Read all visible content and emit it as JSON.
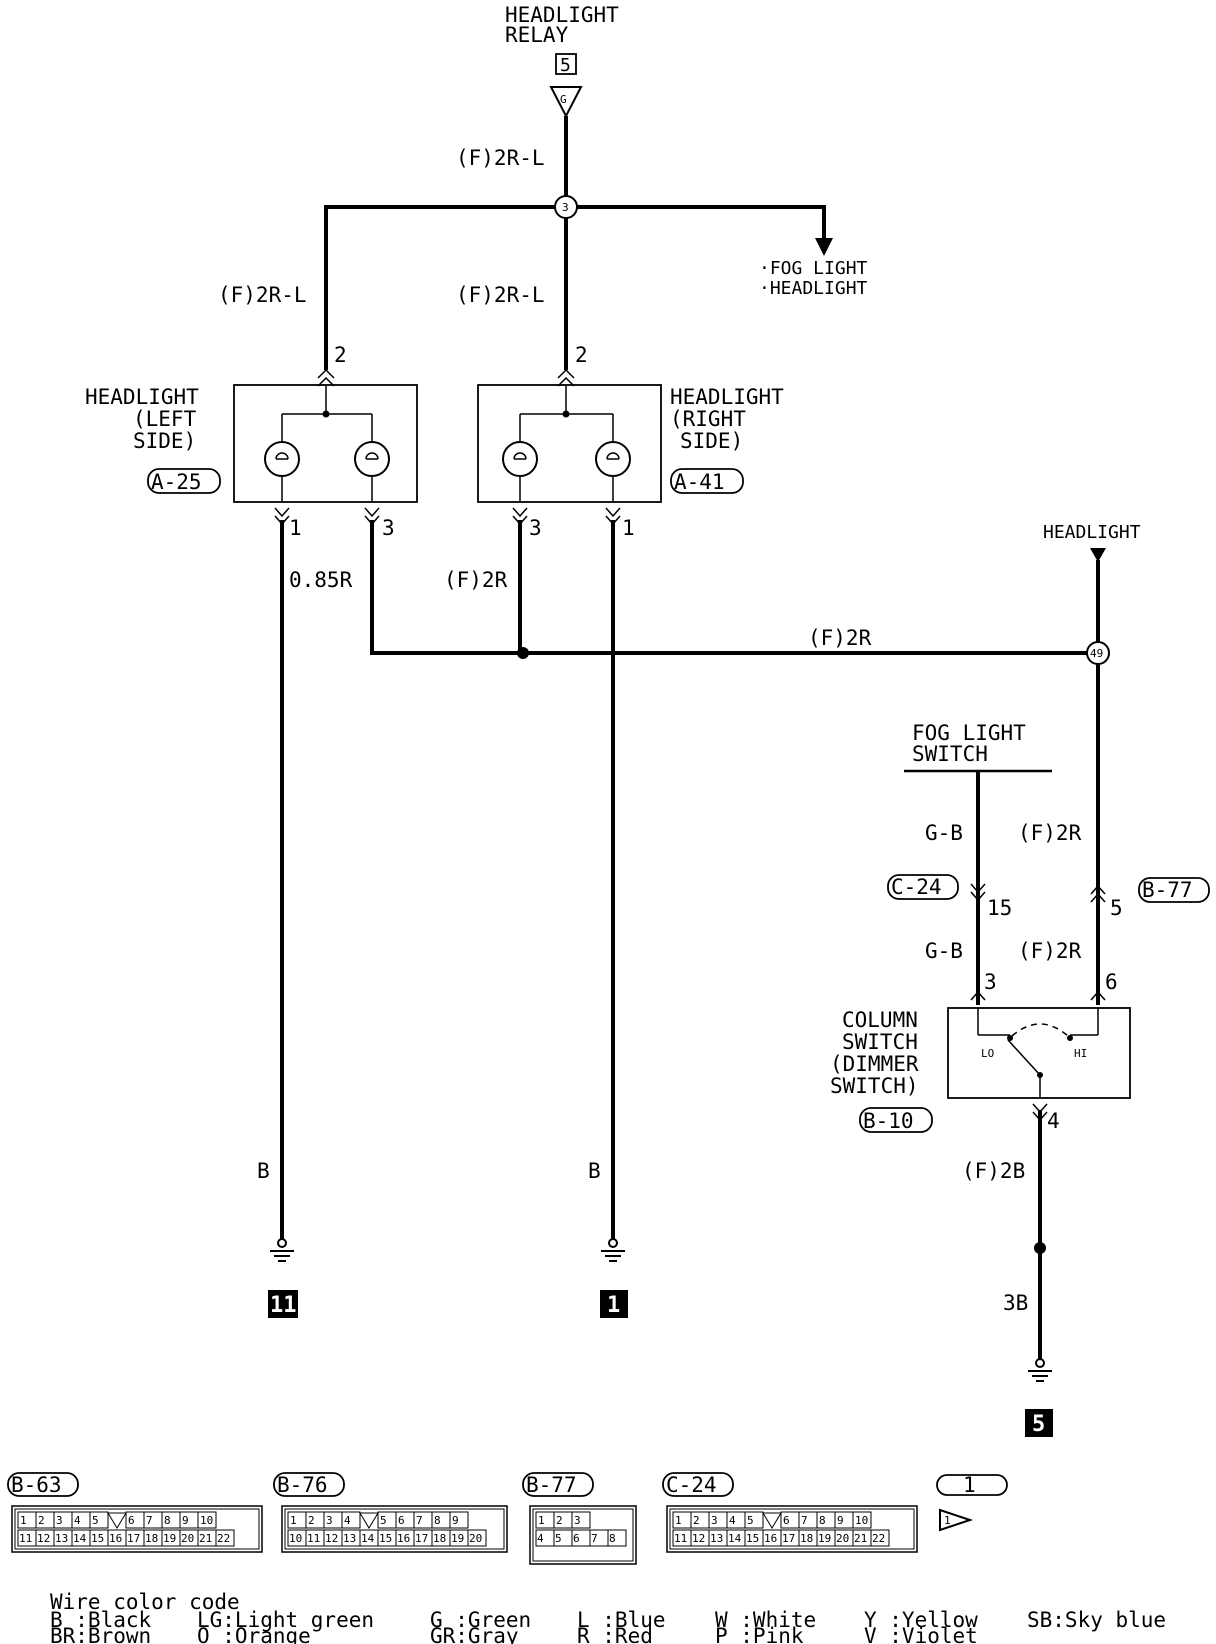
{
  "relay": {
    "title_line1": "HEADLIGHT",
    "title_line2": "RELAY",
    "num": "5",
    "tri": "G"
  },
  "wires": {
    "top": "(F)2R-L",
    "left_branch": "(F)2R-L",
    "center_branch": "(F)2R-L",
    "left_lower": "0.85R",
    "right_lower": "(F)2R",
    "bus": "(F)2R",
    "ground_left": "B",
    "ground_center": "B",
    "fog_gb_upper": "G-B",
    "fog_gb_lower": "G-B",
    "col_2r_upper": "(F)2R",
    "col_2r_lower": "(F)2R",
    "col_out": "(F)2B",
    "col_ground": "3B"
  },
  "junctions": {
    "top": "3",
    "right": "49"
  },
  "to_label": {
    "line1": "·FOG LIGHT",
    "line2": "·HEADLIGHT"
  },
  "to_headlight": "HEADLIGHT",
  "headlight_left": {
    "line1": "HEADLIGHT",
    "line2": "(LEFT",
    "line3": "SIDE)",
    "conn": "A-25",
    "pin_top": "2",
    "pin_a": "1",
    "pin_b": "3"
  },
  "headlight_right": {
    "line1": "HEADLIGHT",
    "line2": "(RIGHT",
    "line3": "SIDE)",
    "conn": "A-41",
    "pin_top": "2",
    "pin_a": "3",
    "pin_b": "1"
  },
  "fog_switch": {
    "line1": "FOG LIGHT",
    "line2": "SWITCH"
  },
  "conn_c24": "C-24",
  "conn_b77": "B-77",
  "pins": {
    "c24": "15",
    "b77": "5",
    "col_3": "3",
    "col_6": "6",
    "col_4": "4"
  },
  "column_switch": {
    "line1": "COLUMN",
    "line2": "SWITCH",
    "line3": "(DIMMER",
    "line4": "SWITCH)",
    "conn": "B-10",
    "lo": "LO",
    "hi": "HI"
  },
  "grounds": {
    "left": "11",
    "center": "1",
    "right": "5"
  },
  "connectors": {
    "b63": {
      "name": "B-63",
      "row1": [
        "1",
        "2",
        "3",
        "4",
        "5",
        "6",
        "7",
        "8",
        "9",
        "10"
      ],
      "row2": [
        "11",
        "12",
        "13",
        "14",
        "15",
        "16",
        "17",
        "18",
        "19",
        "20",
        "21",
        "22"
      ]
    },
    "b76": {
      "name": "B-76",
      "row1": [
        "1",
        "2",
        "3",
        "4",
        "5",
        "6",
        "7",
        "8",
        "9"
      ],
      "row2": [
        "10",
        "11",
        "12",
        "13",
        "14",
        "15",
        "16",
        "17",
        "18",
        "19",
        "20"
      ]
    },
    "b77": {
      "name": "B-77",
      "row1": [
        "1",
        "2",
        "3"
      ],
      "row2": [
        "4",
        "5",
        "6",
        "7",
        "8"
      ]
    },
    "c24": {
      "name": "C-24",
      "row1": [
        "1",
        "2",
        "3",
        "4",
        "5",
        "6",
        "7",
        "8",
        "9",
        "10"
      ],
      "row2": [
        "11",
        "12",
        "13",
        "14",
        "15",
        "16",
        "17",
        "18",
        "19",
        "20",
        "21",
        "22"
      ]
    },
    "one": {
      "name": "1",
      "arrow": "1"
    }
  },
  "legend": {
    "title": "Wire color code",
    "items": [
      [
        "B :Black",
        "LG:Light green",
        "G :Green",
        "L :Blue",
        "W :White",
        "Y :Yellow",
        "SB:Sky blue"
      ],
      [
        "BR:Brown",
        "O :Orange",
        "GR:Gray",
        "R :Red",
        "P :Pink",
        "V :Violet"
      ]
    ]
  }
}
